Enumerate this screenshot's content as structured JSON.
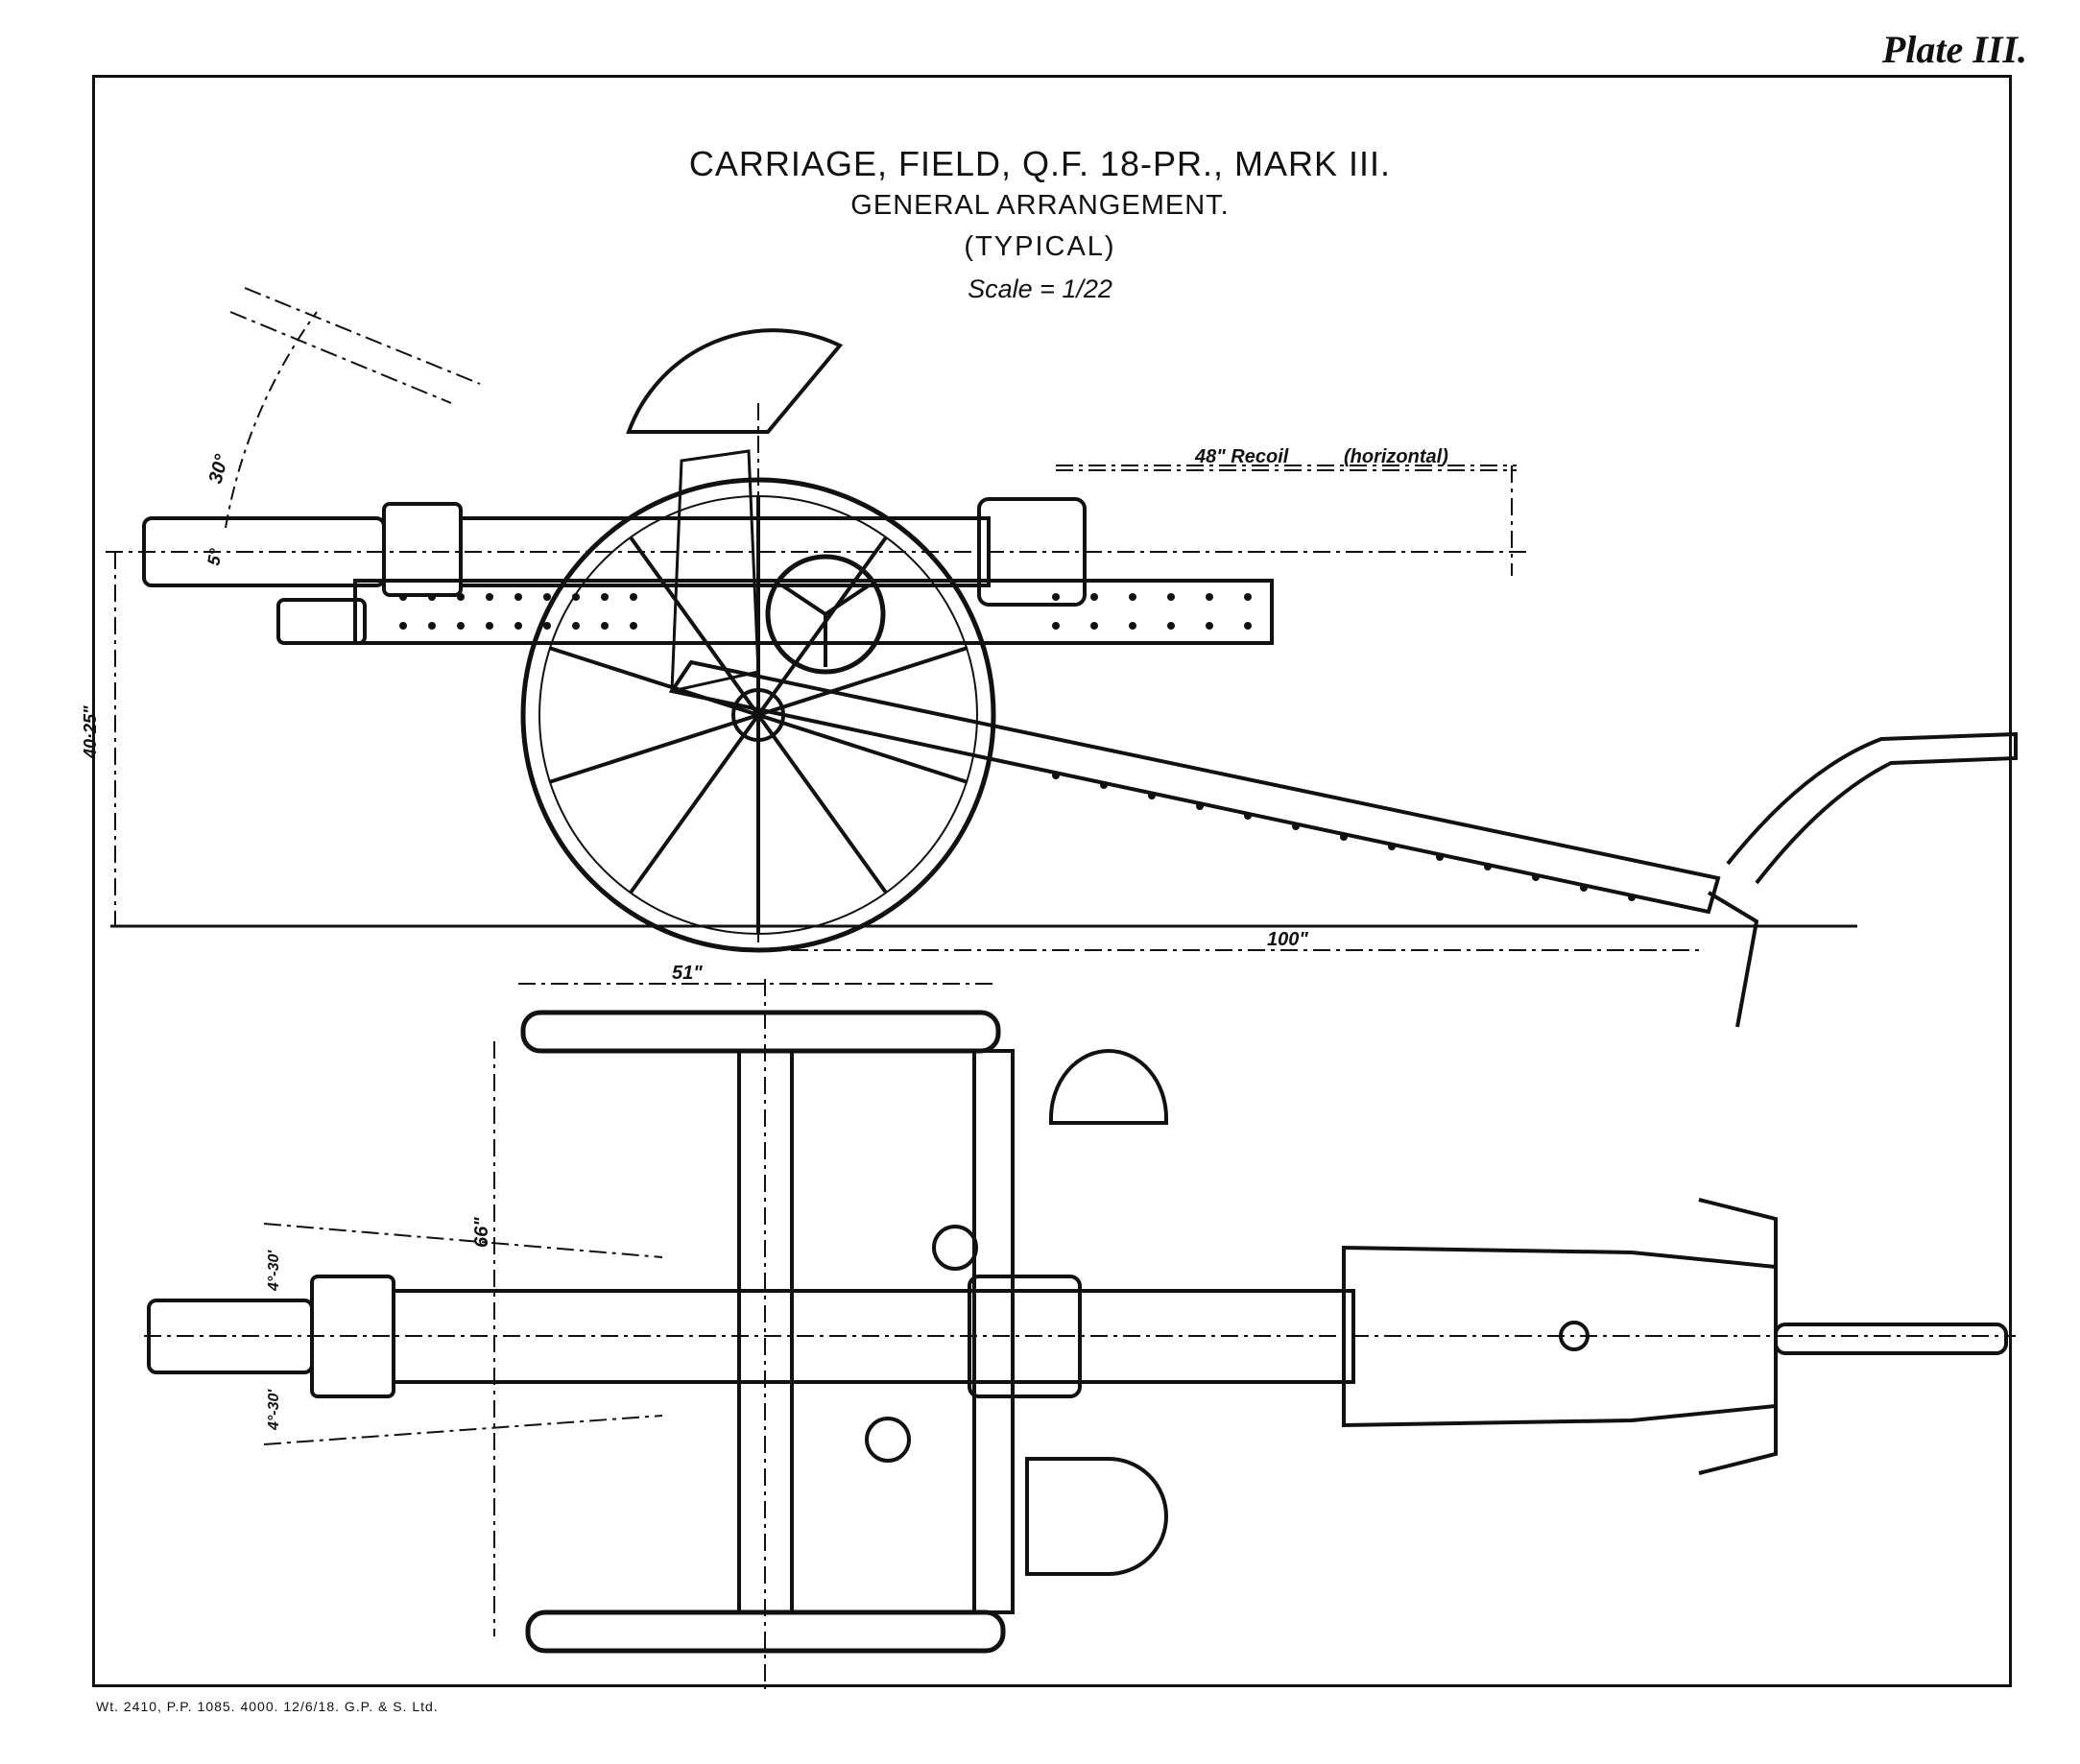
{
  "plate": "Plate III.",
  "title": "CARRIAGE, FIELD, Q.F. 18-PR., MARK III.",
  "subtitle": "GENERAL ARRANGEMENT.",
  "typical": "(TYPICAL)",
  "scale": "Scale = 1/22",
  "dimensions": {
    "recoil": "48\" Recoil",
    "horizontal": "(horizontal)",
    "elevation_angle": "30°",
    "depression": "5°",
    "axle_height": "40·25\"",
    "trail_length": "100\"",
    "track_width": "51\"",
    "wheel_span": "66\"",
    "traverse_left": "4°-30'",
    "traverse_right": "4°-30'"
  },
  "imprint": "Wt. 2410, P.P. 1085. 4000. 12/6/18. G.P. & S. Ltd.",
  "colors": {
    "ink": "#111111",
    "paper": "#ffffff"
  }
}
